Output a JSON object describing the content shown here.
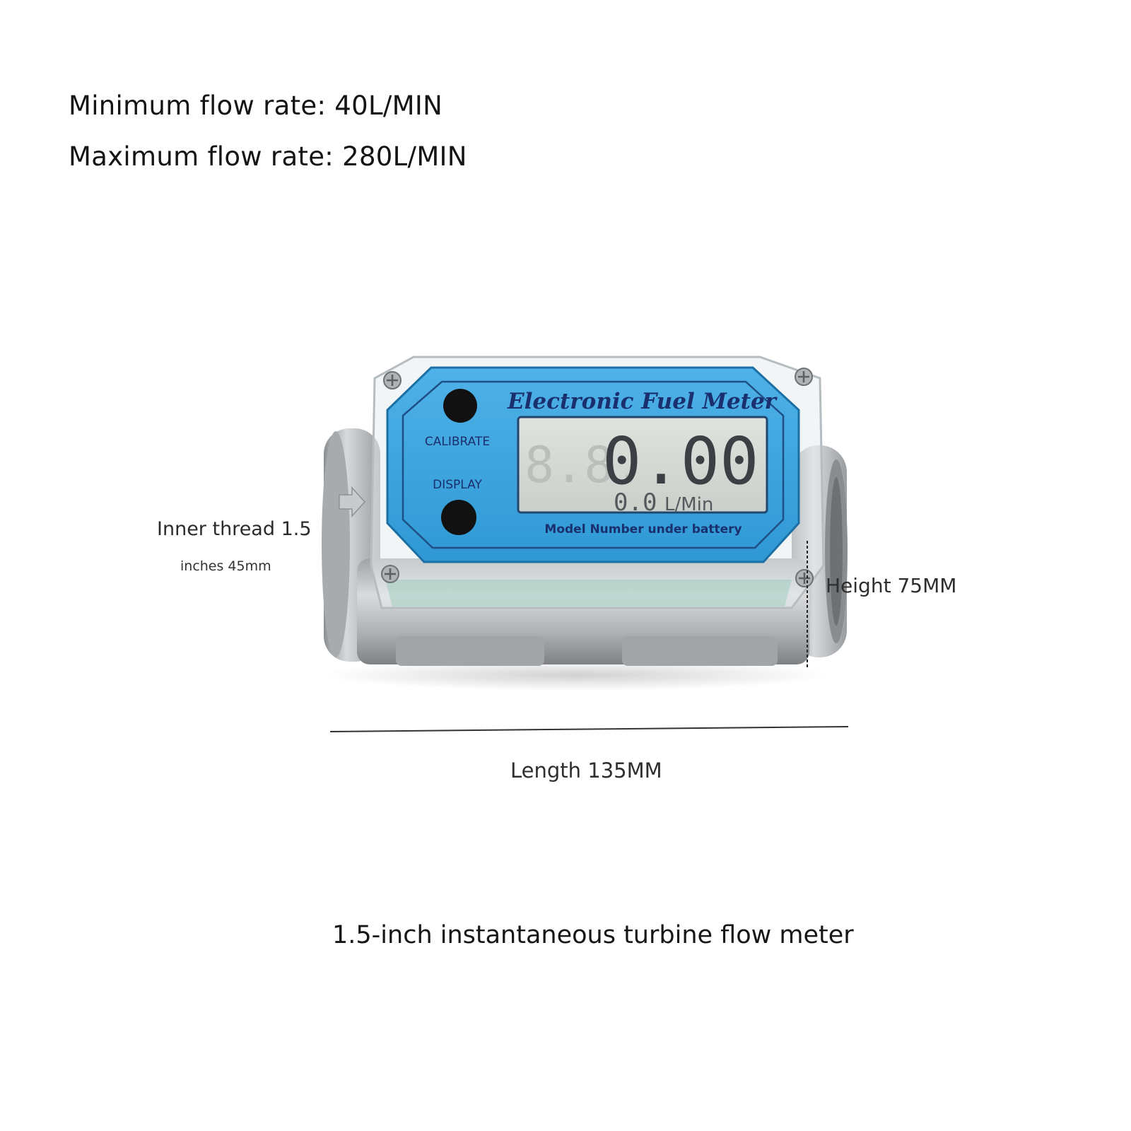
{
  "specs": {
    "min_flow": "Minimum flow rate: 40L/MIN",
    "max_flow": "Maximum flow rate: 280L/MIN"
  },
  "annotations": {
    "inner_thread_line1": "Inner thread 1.5",
    "inner_thread_line2": "inches 45mm",
    "height": "Height 75MM",
    "length": "Length 135MM"
  },
  "caption": "1.5-inch instantaneous turbine flow meter",
  "meter": {
    "title": "Electronic Fuel Meter",
    "calibrate_label": "CALIBRATE",
    "display_label": "DISPLAY",
    "main_reading": "0.00",
    "ghost_digits": "8.8.",
    "sub_reading": "0.0",
    "sub_unit": "L/Min",
    "model_note": "Model Number under battery",
    "face_color": "#3da5df",
    "lcd_color": "#d2d8d2",
    "body_color": "#b9bcbf"
  }
}
